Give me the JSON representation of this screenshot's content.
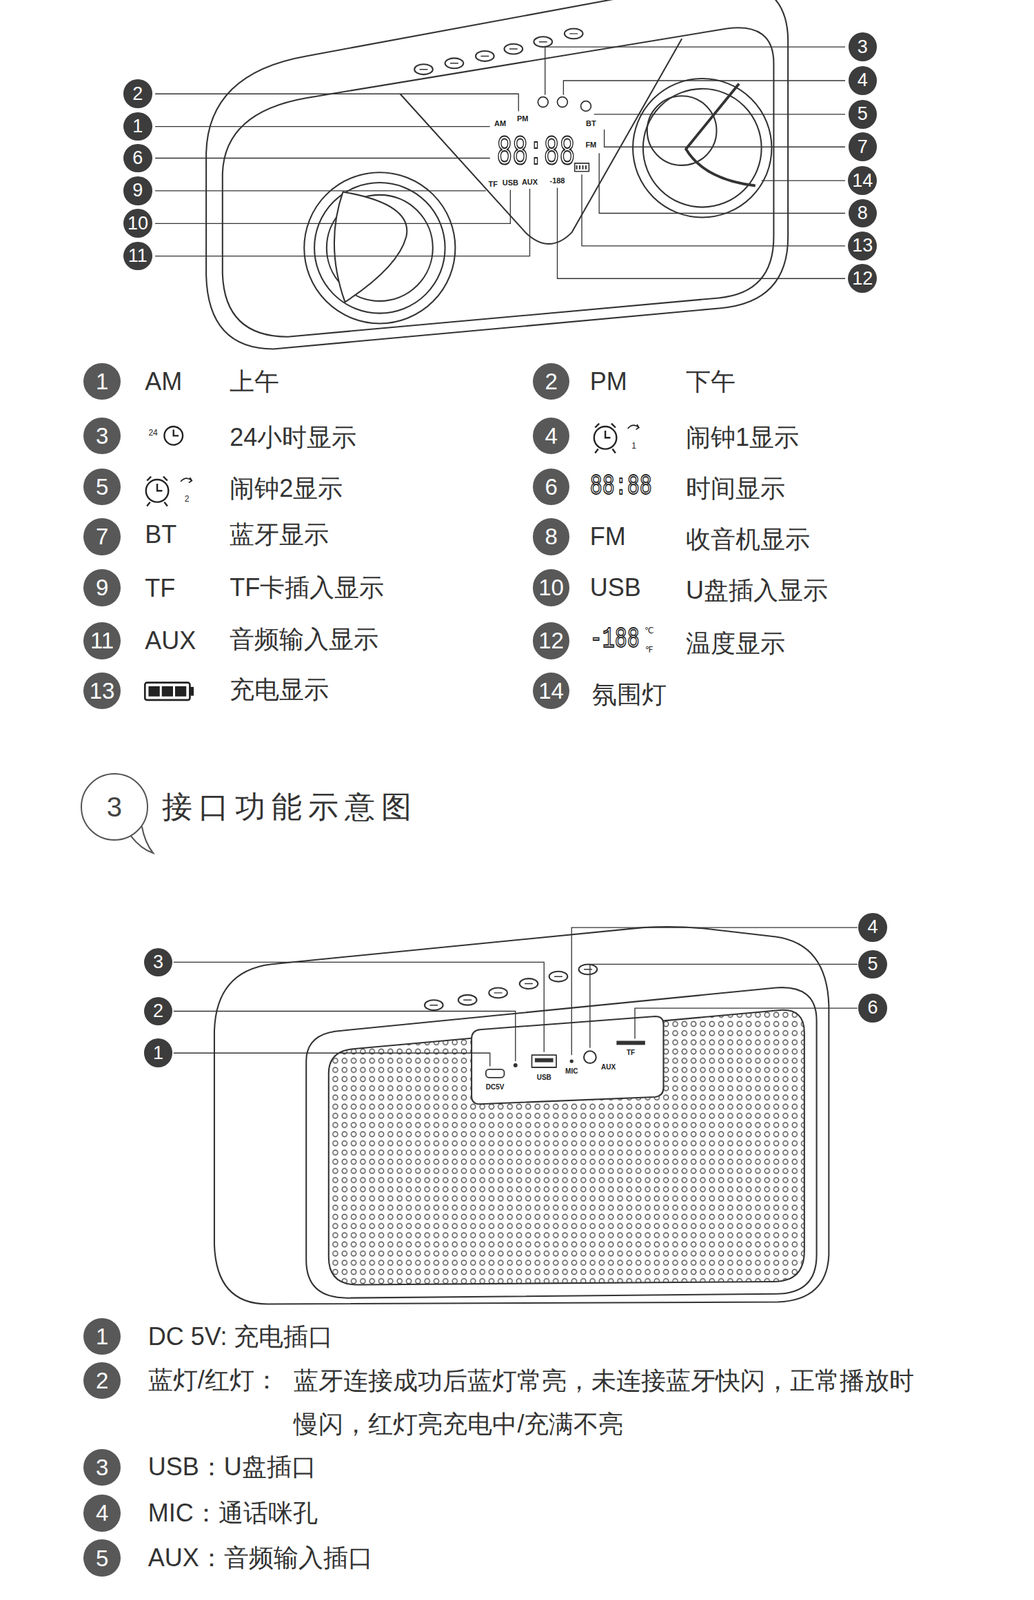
{
  "diagram": {
    "nodes": [
      {
        "text": [
          "3"
        ]
      },
      {
        "text": [
          "4"
        ]
      },
      {
        "text": [
          "2"
        ]
      },
      {
        "text": [
          "5"
        ]
      },
      {
        "text": [
          "1"
        ]
      },
      {
        "text": [
          "7"
        ]
      },
      {
        "text": [
          "6"
        ]
      },
      {
        "text": [
          "14"
        ]
      },
      {
        "text": [
          "9"
        ]
      },
      {
        "text": [
          "8"
        ]
      },
      {
        "text": [
          "10"
        ]
      },
      {
        "text": [
          "13"
        ]
      },
      {
        "text": [
          "11"
        ]
      },
      {
        "text": [
          "12"
        ]
      },
      {
        "text": [
          "1"
        ]
      },
      {
        "text": [
          "2"
        ]
      },
      {
        "text": [
          "3"
        ]
      },
      {
        "text": [
          "4"
        ]
      },
      {
        "text": [
          "5"
        ]
      },
      {
        "text": [
          "6"
        ]
      },
      {
        "text": [
          "7"
        ]
      },
      {
        "text": [
          "8"
        ]
      },
      {
        "text": [
          "9"
        ]
      },
      {
        "text": [
          "10"
        ]
      },
      {
        "text": [
          "11"
        ]
      },
      {
        "text": [
          "12"
        ]
      },
      {
        "text": [
          "13"
        ]
      },
      {
        "text": [
          "14"
        ]
      },
      {
        "text": [
          "3",
          "接口功能示意图"
        ]
      },
      {
        "text": [
          "4"
        ]
      },
      {
        "text": [
          "3"
        ]
      },
      {
        "text": [
          "5"
        ]
      },
      {
        "text": [
          "6"
        ]
      },
      {
        "text": [
          "2"
        ]
      },
      {
        "text": [
          "1"
        ]
      },
      {
        "text": [
          "1"
        ]
      },
      {
        "text": [
          "2"
        ]
      },
      {
        "text": [
          "3"
        ]
      },
      {
        "text": [
          "4"
        ]
      },
      {
        "text": [
          "5"
        ]
      }
    ],
    "labels": [
      "AM",
      "PM",
      "88:88",
      "BT",
      "FM",
      "TF",
      "USB",
      "AUX",
      "-188",
      "AM",
      "上午",
      "PM",
      "下午",
      "24",
      "24小时显示",
      "1",
      "闹钟1显示",
      "2",
      "闹钟2显示",
      "88:88",
      "时间显示",
      "BT",
      "蓝牙显示",
      "FM",
      "收音机显示",
      "TF",
      "TF卡插入显示",
      "USB",
      "U盘插入显示",
      "AUX",
      "音频输入显示",
      "-188",
      "℃",
      "℉",
      "温度显示",
      "充电显示",
      "氛围灯",
      "DC5V",
      "USB",
      "MIC",
      "AUX",
      "TF",
      "DC 5V: 充电插口",
      "蓝灯/红灯：",
      "蓝牙连接成功后蓝灯常亮，未连接蓝牙快闪，正常播放时慢闪，红灯亮充电中/充满不亮",
      "USB：U盘插口",
      "MIC：通话咪孔",
      "AUX：音频输入插口"
    ]
  }
}
